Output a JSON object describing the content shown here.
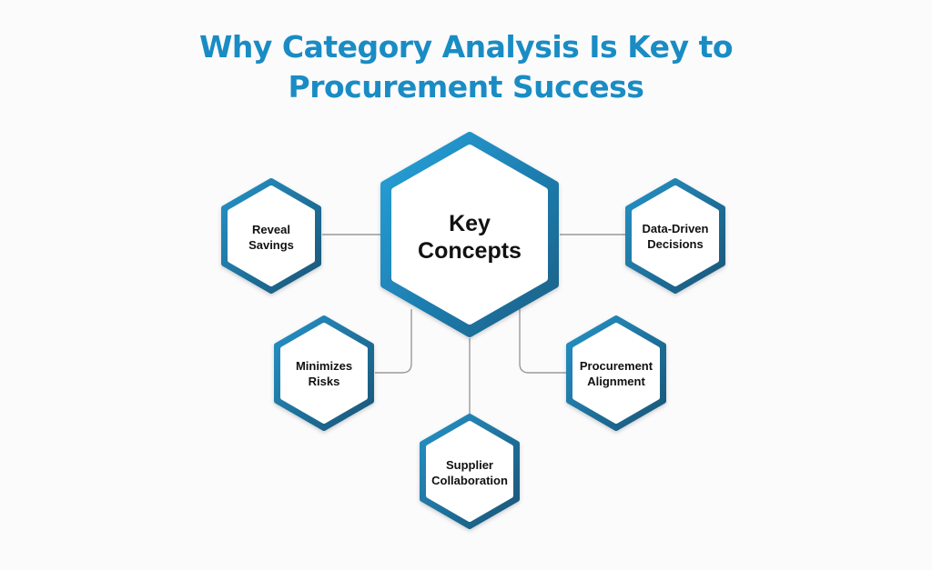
{
  "title": {
    "line1": "Why Category Analysis Is Key to",
    "line2": "Procurement Success"
  },
  "center": {
    "line1": "Key",
    "line2": "Concepts"
  },
  "nodes": [
    {
      "id": "reveal-savings",
      "line1": "Reveal",
      "line2": "Savings"
    },
    {
      "id": "data-driven-decisions",
      "line1": "Data-Driven",
      "line2": "Decisions"
    },
    {
      "id": "minimizes-risks",
      "line1": "Minimizes",
      "line2": "Risks"
    },
    {
      "id": "procurement-alignment",
      "line1": "Procurement",
      "line2": "Alignment"
    },
    {
      "id": "supplier-collaboration",
      "line1": "Supplier",
      "line2": "Collaboration"
    }
  ],
  "colors": {
    "title": "#1a8cc4",
    "hex_dark": "#1b5f84",
    "hex_light": "#27a3da",
    "connector": "#9a9a9a",
    "text": "#111111"
  }
}
